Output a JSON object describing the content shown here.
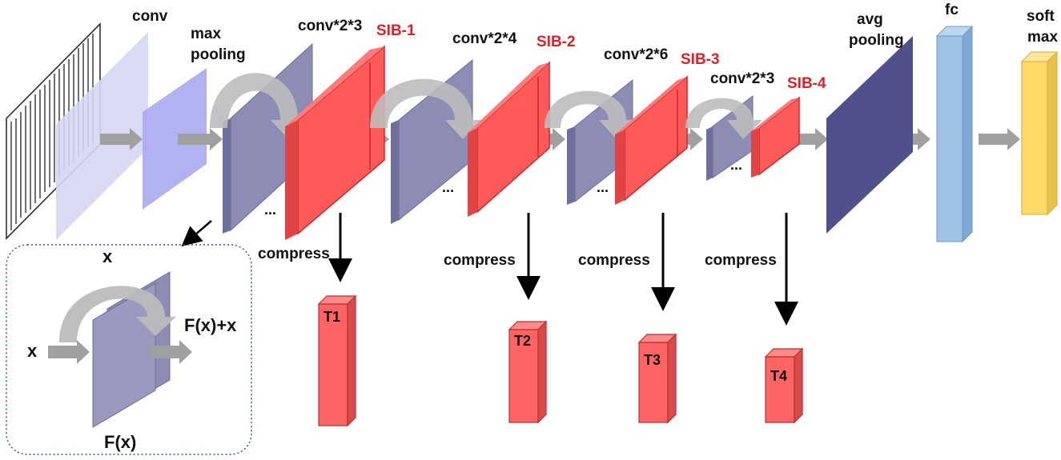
{
  "labels": {
    "conv": "conv",
    "max_pooling_line1": "max",
    "max_pooling_line2": "pooling",
    "stage1_conv": "conv*2*3",
    "stage1_sib": "SIB-1",
    "stage2_conv": "conv*2*4",
    "stage2_sib": "SIB-2",
    "stage3_conv": "conv*2*6",
    "stage3_sib": "SIB-3",
    "stage4_conv": "conv*2*3",
    "stage4_sib": "SIB-4",
    "avg_pooling_line1": "avg",
    "avg_pooling_line2": "pooling",
    "fc": "fc",
    "softmax_line1": "soft",
    "softmax_line2": "max",
    "dots": "..."
  },
  "compress": {
    "label": "compress",
    "outputs": [
      "T1",
      "T2",
      "T3",
      "T4"
    ]
  },
  "inset": {
    "x_top": "x",
    "x_left": "x",
    "fx_plus_x": "F(x)+x",
    "fx": "F(x)"
  },
  "colors": {
    "input_plane": "#d6d6f4",
    "conv_plane": "#a9aaf0",
    "feature_map": "#8c8cb4",
    "sib_block": "#ff5a5a",
    "sib_edge": "#c92a2a",
    "avg_pool": "#50508c",
    "fc": "#9dc3e6",
    "softmax": "#ffd966",
    "arrow_gray": "#a0a0a0",
    "inset_border": "#2e5d8c",
    "label_red": "#e41e26"
  }
}
